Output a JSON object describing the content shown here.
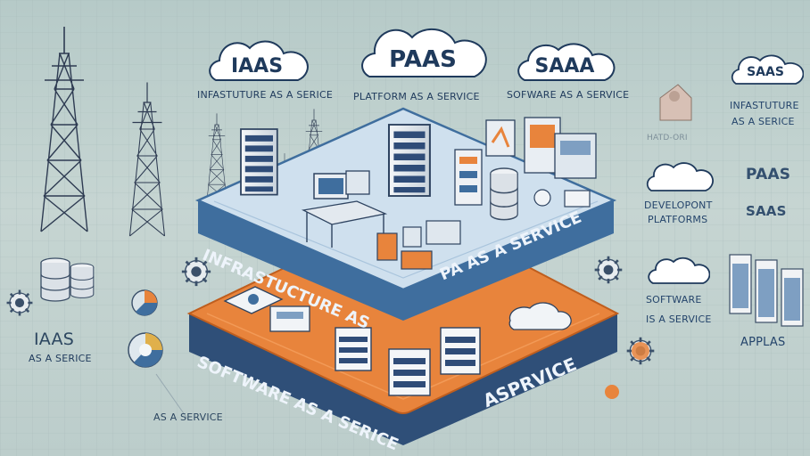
{
  "clouds": {
    "iaas": "IAAS",
    "paas": "PAAS",
    "saas_top": "SAAA",
    "saas_right": "SAAS"
  },
  "captions": {
    "iaas": "INFASTUTURE AS A SERICE",
    "paas": "PLATFORM AS A SERVICE",
    "saas": "SOFWARE AS A SERVICE",
    "hardware": "HATD-ORI",
    "right_infra_1": "INFASTUTURE",
    "right_infra_2": "AS A SERICE",
    "right_paas": "PAAS",
    "right_saas": "SAAS",
    "dev_platforms_1": "DEVELOPONT",
    "dev_platforms_2": "PLATFORMS",
    "software_service_1": "SOFTWARE",
    "software_service_2": "IS A SERVICE",
    "applas": "APPLAS",
    "left_iaas": "IAAS",
    "left_iaas_sub": "AS A SERICE",
    "bottom_service": "AS A SERVICE"
  },
  "layers": {
    "top_left": "INFRASTUCTURE AS",
    "top_right": "PA  AS A SERVICE",
    "bottom_left": "SOFTWARE AS A SERICE",
    "bottom_right": "ASPRVICE"
  },
  "colors": {
    "background": "#bfd0ce",
    "top_layer": "#cfe0ee",
    "top_layer_edge": "#3f6e9e",
    "bottom_layer": "#e8843c",
    "bottom_layer_edge": "#2f4f78",
    "text_dark": "#1f3a5c"
  },
  "icons": {
    "tower": "power-tower-icon",
    "server": "server-rack-icon",
    "cloud": "cloud-icon",
    "gear": "gear-icon",
    "pie": "pie-chart-icon",
    "database": "database-icon",
    "workstation": "workstation-icon",
    "dashboard": "dashboard-icon"
  }
}
